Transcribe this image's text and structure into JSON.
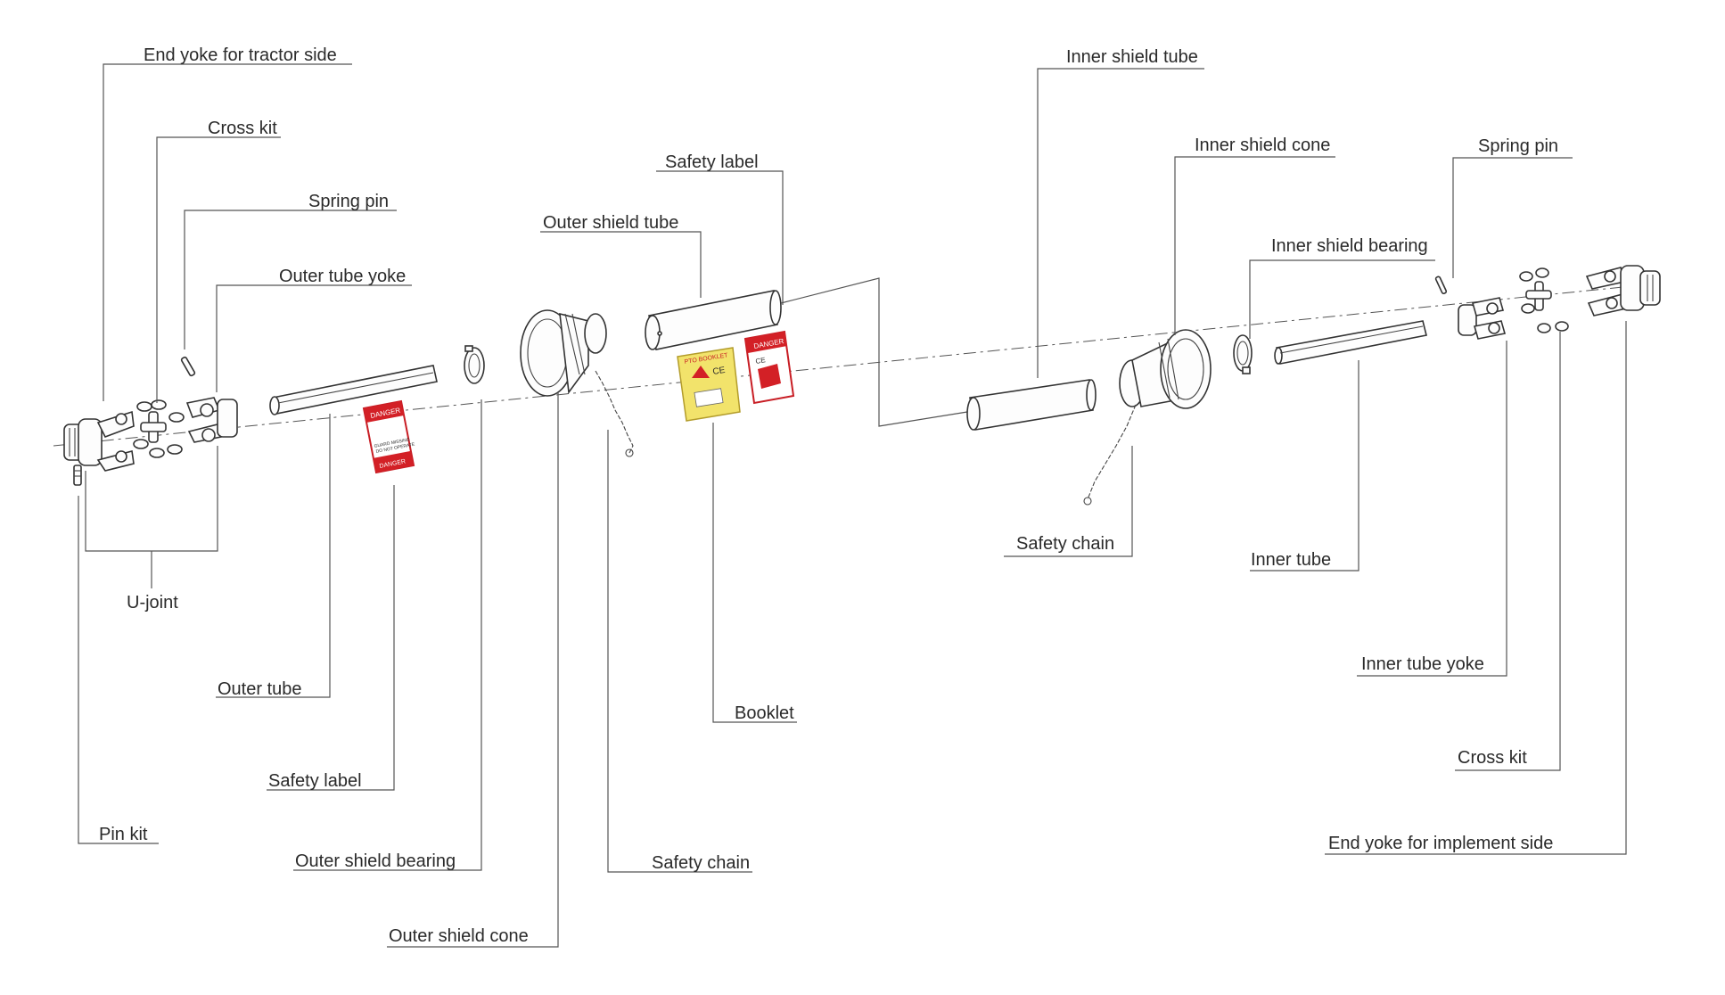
{
  "labels": {
    "end_yoke_tractor": "End yoke for tractor side",
    "cross_kit_left": "Cross kit",
    "spring_pin_left": "Spring pin",
    "outer_tube_yoke": "Outer tube yoke",
    "u_joint": "U-joint",
    "outer_tube": "Outer tube",
    "safety_label_left": "Safety label",
    "pin_kit": "Pin kit",
    "outer_shield_bearing": "Outer shield bearing",
    "outer_shield_cone": "Outer shield cone",
    "outer_shield_tube": "Outer shield tube",
    "safety_label_center": "Safety label",
    "safety_chain_left": "Safety chain",
    "booklet": "Booklet",
    "inner_shield_tube": "Inner shield tube",
    "inner_shield_cone": "Inner shield cone",
    "inner_shield_bearing": "Inner shield bearing",
    "spring_pin_right": "Spring pin",
    "safety_chain_right": "Safety chain",
    "inner_tube": "Inner tube",
    "inner_tube_yoke": "Inner tube yoke",
    "cross_kit_right": "Cross kit",
    "end_yoke_implement": "End yoke for implement side"
  },
  "decals": {
    "danger_word": "DANGER",
    "booklet_title": "PTO BOOKLET",
    "ce_mark": "CE",
    "guard_missing": "GUARD MISSING",
    "do_not_operate": "DO NOT OPERATE"
  },
  "colors": {
    "danger_red": "#d32026",
    "booklet_yellow": "#f2e36b",
    "line": "#333333"
  }
}
